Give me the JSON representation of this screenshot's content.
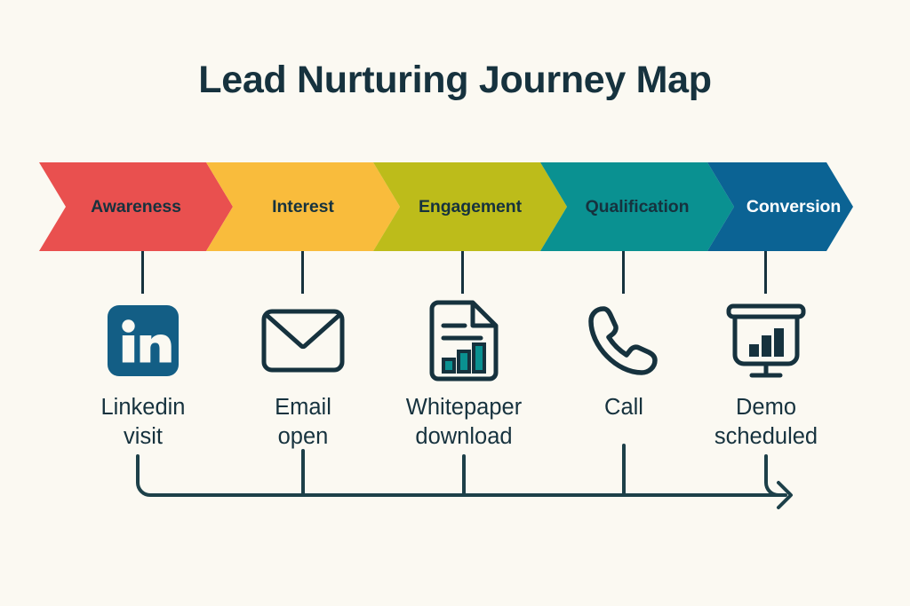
{
  "page": {
    "title": "Lead Nurturing Journey Map",
    "background_color": "#FBF9F2",
    "ink_color": "#16323E"
  },
  "chart_data": {
    "type": "diagram",
    "subtype": "funnel-chevron-journey-map",
    "title": "Lead Nurturing Journey Map",
    "stages": [
      {
        "label": "Awareness",
        "color": "#E9504F",
        "label_color": "#16323E",
        "touchpoint": "Linkedin visit",
        "icon": "linkedin-icon"
      },
      {
        "label": "Interest",
        "color": "#F9BC3C",
        "label_color": "#16323E",
        "touchpoint": "Email open",
        "icon": "envelope-icon"
      },
      {
        "label": "Engagement",
        "color": "#BDBC1A",
        "label_color": "#16323E",
        "touchpoint": "Whitepaper download",
        "icon": "document-chart-icon"
      },
      {
        "label": "Qualification",
        "color": "#0A9191",
        "label_color": "#16323E",
        "touchpoint": "Call",
        "icon": "phone-icon"
      },
      {
        "label": "Conversion",
        "color": "#0B6394",
        "label_color": "#FFFFFF",
        "touchpoint": "Demo scheduled",
        "icon": "presentation-chart-icon"
      }
    ],
    "flow_direction": "left-to-right",
    "legend": null,
    "grid": false
  },
  "stages": {
    "s0": {
      "label": "Awareness",
      "caption_line1": "Linkedin",
      "caption_line2": "visit"
    },
    "s1": {
      "label": "Interest",
      "caption_line1": "Email",
      "caption_line2": "open"
    },
    "s2": {
      "label": "Engagement",
      "caption_line1": "Whitepaper",
      "caption_line2": "download"
    },
    "s3": {
      "label": "Qualification",
      "caption_line1": "Call",
      "caption_line2": ""
    },
    "s4": {
      "label": "Conversion",
      "caption_line1": "Demo",
      "caption_line2": "scheduled"
    }
  },
  "icons": {
    "linkedin": "linkedin-icon",
    "envelope": "envelope-icon",
    "document": "document-chart-icon",
    "phone": "phone-icon",
    "presentation": "presentation-chart-icon",
    "arrow": "arrow-right-icon"
  }
}
